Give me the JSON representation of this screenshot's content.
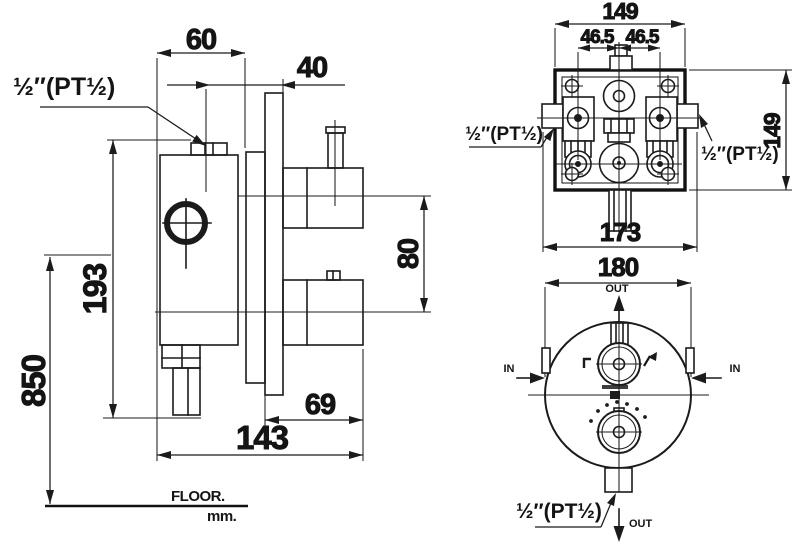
{
  "page": {
    "background": "#ffffff",
    "line_color": "#1b1b1b"
  },
  "side_view": {
    "connection_label": "½″(PT½)",
    "dim_60": "60",
    "dim_40": "40",
    "dim_193": "193",
    "dim_850": "850",
    "dim_80": "80",
    "dim_69": "69",
    "dim_143": "143",
    "floor_label": "FLOOR.",
    "units_label": "mm."
  },
  "plan_view": {
    "dim_149_top": "149",
    "dim_46_5_left": "46.5",
    "dim_46_5_right": "46.5",
    "dim_173": "173",
    "dim_149_right": "149",
    "connection_label_left": "½″(PT½)",
    "connection_label_right": "½″(PT½)"
  },
  "front_view": {
    "dim_180": "180",
    "out_label_top": "OUT",
    "out_label_bottom": "OUT",
    "in_label_left": "IN",
    "in_label_right": "IN",
    "connection_label_bottom": "½″(PT½)"
  }
}
